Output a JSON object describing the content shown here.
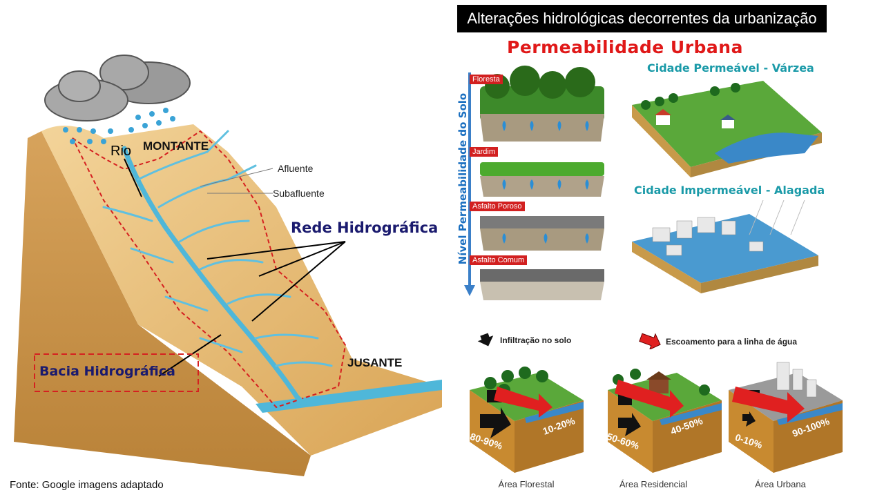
{
  "left": {
    "labels": {
      "rio": "Rio",
      "montante": "MONTANTE",
      "afluente": "Afluente",
      "subafluente": "Subafluente",
      "rede": "Rede Hidrográfica",
      "jusante": "JUSANTE",
      "bacia": "Bacia Hidrográfica"
    },
    "source": "Fonte: Google imagens adaptado"
  },
  "right": {
    "title": "Alterações hidrológicas decorrentes da urbanização",
    "permeabilidade_title": "Permeabilidade Urbana",
    "axis_label": "Nível Permeabilidade do Solo",
    "layers": [
      "Floresta",
      "Jardim",
      "Asfalto Poroso",
      "Asfalto Comum"
    ],
    "city_permeavel": "Cidade Permeável - Várzea",
    "city_impermeavel": "Cidade Impermeável - Alagada",
    "legend": {
      "infiltracao": "Infiltração no solo",
      "escoamento": "Escoamento para a linha de água"
    },
    "blocks": [
      {
        "area": "Área Florestal",
        "infiltration": "80-90%",
        "runoff": "10-20%"
      },
      {
        "area": "Área Residencial",
        "infiltration": "50-60%",
        "runoff": "40-50%"
      },
      {
        "area": "Área Urbana",
        "infiltration": "0-10%",
        "runoff": "90-100%"
      }
    ]
  },
  "colors": {
    "water": "#4fb7d9",
    "sand": "#e3b46b",
    "title_red": "#e01818",
    "teal": "#1a9aa8",
    "navy": "#1a1a6e"
  }
}
